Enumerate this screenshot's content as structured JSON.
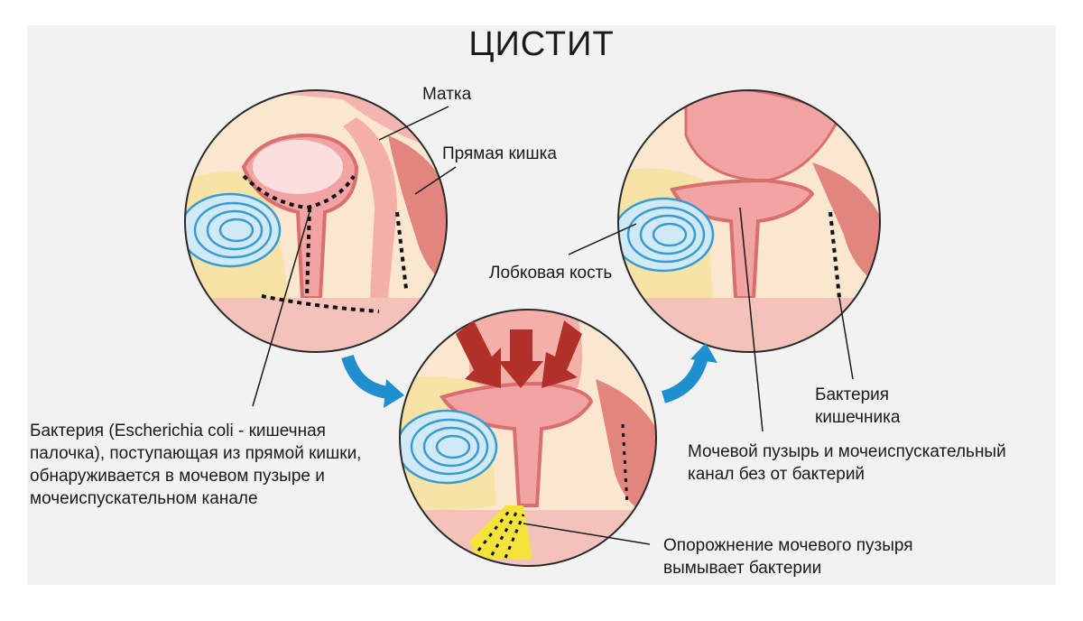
{
  "title": "ЦИСТИТ",
  "labels": {
    "uterus": "Матка",
    "rectum": "Прямая кишка",
    "pubic_bone": "Лобковая кость",
    "bacteria_ecoli": "Бактерия (Escherichia coli - кишечная\nпалочка), поступающая из прямой кишки,\nобнаруживается в мочевом пузыре и\nмочеиспускательном канале",
    "intestinal_bacteria": "Бактерия\nкишечника",
    "bladder_clear": "Мочевой пузырь и мочеиспускательный\nканал без от бактерий",
    "emptying": "Опорожнение мочевого пузыря\nвымывает бактерии"
  },
  "colors": {
    "tissue_pink": "#f2a3a3",
    "tissue_dark": "#d9706f",
    "fat_yellow": "#f7e3a6",
    "bone_blue": "#9fd3ea",
    "arrow_blue": "#1f8fcf",
    "arrow_red": "#b0302a",
    "urine_yellow": "#f3e33a"
  }
}
